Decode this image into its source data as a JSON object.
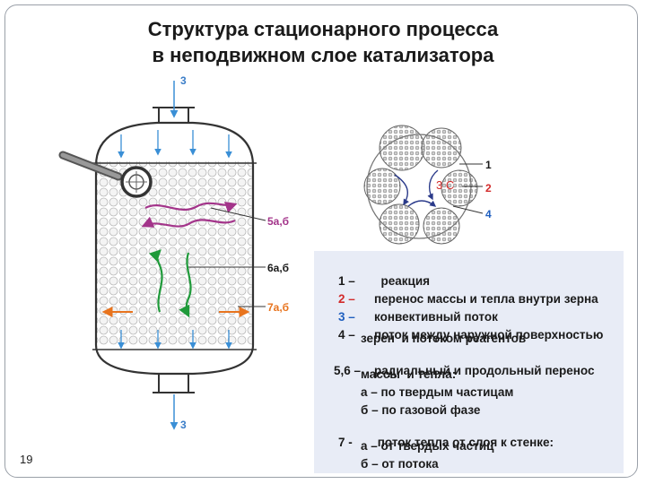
{
  "title": {
    "line1": "Структура стационарного процесса",
    "line2": "в неподвижном слое катализатора"
  },
  "slide_number": "19",
  "diagram_labels": {
    "inlet": "3",
    "outlet": "3",
    "label_5": "5а,б",
    "label_6": "6а,б",
    "label_7": "7а,б",
    "grain_1": "1",
    "grain_2": "2",
    "grain_4": "4",
    "grain_center": "3 C"
  },
  "legend": [
    {
      "key": "1 –",
      "text": "  реакция"
    },
    {
      "key": "2 –",
      "text": "перенос массы и тепла внутри зерна"
    },
    {
      "key": "3 –",
      "text": "конвективный поток"
    },
    {
      "key": "4 –",
      "text": "поток между наружной поверхностью"
    },
    {
      "key": "",
      "text": "зерен  и потоком реагентов"
    },
    {
      "key": "5,6 –",
      "text": "радиальный и продольный перенос"
    },
    {
      "key": "",
      "text": "массы  и тепла:"
    },
    {
      "key": "",
      "text": "а – по твердым частицам"
    },
    {
      "key": "",
      "text": "б – по газовой фазе"
    },
    {
      "key": "7 -",
      "text": " поток тепла от слоя к стенке:"
    },
    {
      "key": "",
      "text": "а – от твердых частиц"
    },
    {
      "key": "",
      "text": "б – от потока"
    }
  ]
}
